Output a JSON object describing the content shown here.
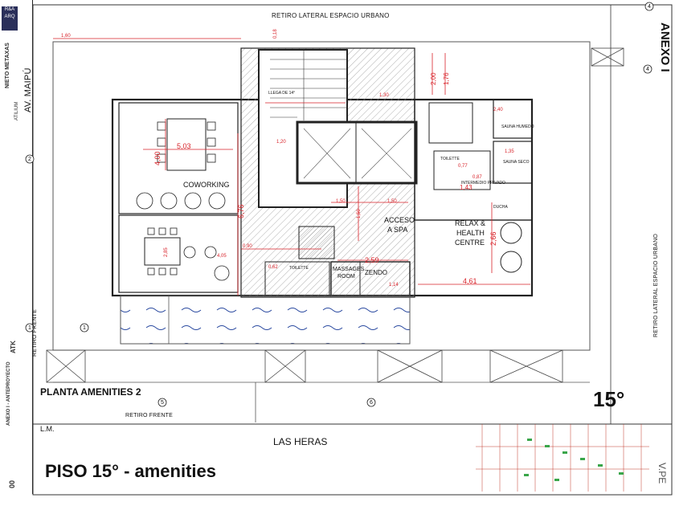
{
  "title_block": {
    "logo": "R&A ARQ",
    "project_name": "NIETO METAXAS",
    "developer": "ATILIUM",
    "brand": "ATK",
    "sheet_name": "ANEXO I - ANTEPROYECTO",
    "sheet_number": "00"
  },
  "sheet": {
    "annex_label": "ANEXO I",
    "floor_plan_label": "PLANTA AMENITIES 2",
    "floor_number": "15°",
    "floor_title": "PISO 15° - amenities",
    "lm_label": "L.M.",
    "corner_code": "V.PE"
  },
  "streets": {
    "top": "RETIRO LATERAL ESPACIO URBANO",
    "left": "AV. MAIPÚ",
    "right": "RETIRO LATERAL ESPACIO URBANO",
    "left_lower": "RETIRO FRENTE",
    "bottom": "RETIRO FRENTE",
    "bottom_street": "LAS HERAS"
  },
  "rooms": {
    "coworking": "COWORKING",
    "relax_1": "RELAX &",
    "relax_2": "HEALTH",
    "relax_3": "CENTRE",
    "acceso_1": "ACCESO",
    "acceso_2": "A SPA",
    "massages_1": "MASSAGES",
    "massages_2": "ROOM",
    "zendo": "ZENDO",
    "toilette": "TOILETTE",
    "toilette_2": "TOILETTE",
    "sauna_humedo": "SAUNA HUMEDO",
    "sauna_seco": "SAUNA SECO",
    "ducha": "DUCHA",
    "intermedio": "INTERMEDIO PRIVADO",
    "llega": "LLEGA DE 14°"
  },
  "dimensions": {
    "d503": "5,03",
    "d400": "4,00",
    "d676": "6,76",
    "d259": "2,59",
    "d461": "4,61",
    "d266": "2,66",
    "d150a": "1,50",
    "d150b": "1,50",
    "d150c": "1,50",
    "d114": "1,14",
    "d200": "2,00",
    "d176": "1,76",
    "d160": "1,60",
    "d090": "0,90",
    "d405": "4,05",
    "d285": "2,85",
    "d062": "0,62",
    "d143": "1,43",
    "d135": "1,35",
    "d120": "1,20",
    "d130": "1,30",
    "d240": "2,40",
    "d087": "0,87",
    "d077": "0,77",
    "d018": "0,18"
  },
  "grid": {
    "g1": "1",
    "g2": "2",
    "g4": "4",
    "g4r": "4",
    "g5": "5",
    "g6": "6",
    "g1r": "1"
  },
  "colors": {
    "dimension": "#d8232a",
    "linework": "#222222",
    "hatch": "#7a7a7a",
    "glazing": "#2b4aa0",
    "logo_bg": "#2a2f5a"
  }
}
